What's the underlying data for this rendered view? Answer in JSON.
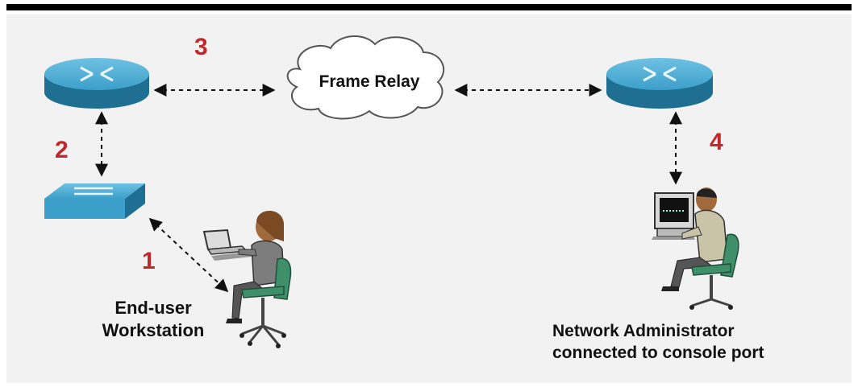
{
  "diagram": {
    "cloud_label": "Frame Relay",
    "steps": [
      "1",
      "2",
      "3",
      "4"
    ],
    "end_user_label_line1": "End-user",
    "end_user_label_line2": "Workstation",
    "admin_label_line1": "Network Administrator",
    "admin_label_line2": "connected to console port"
  },
  "colors": {
    "device_blue": "#3c9fc9",
    "device_dark": "#1f6f93",
    "step_red": "#c0282b",
    "chair_green": "#3f8f6a",
    "background": "#f2f2f2",
    "top_bar": "#000000"
  },
  "icons": [
    "router-icon",
    "switch-icon",
    "cloud-icon",
    "workstation-user-icon",
    "admin-user-icon"
  ]
}
